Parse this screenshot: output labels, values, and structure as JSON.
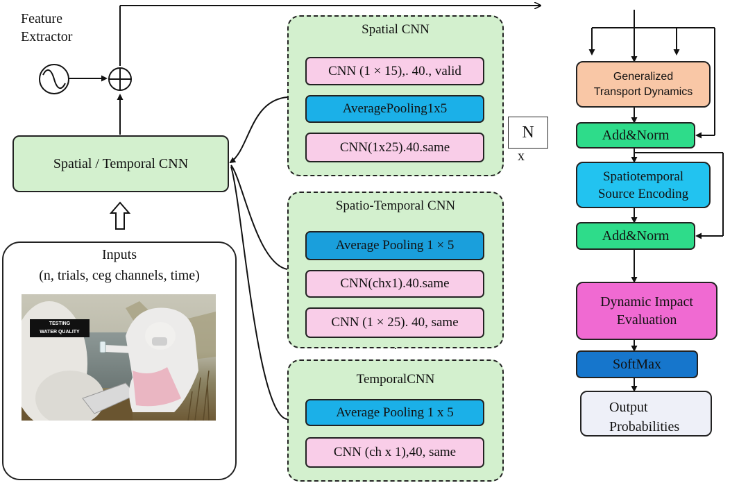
{
  "feature_extractor": {
    "label_line1": "Feature",
    "label_line2": "Extractor"
  },
  "spatial_temporal_cnn": {
    "label": "Spatial / Temporal CNN"
  },
  "inputs": {
    "title": "Inputs",
    "subtitle": "(n, trials, ceg channels, time)",
    "photo_sign_line1": "TESTING",
    "photo_sign_line2": "WATER QUALITY"
  },
  "spatial_cnn": {
    "title": "Spatial CNN",
    "layers": [
      "CNN (1 × 15),. 40., valid",
      "AveragePooling1x5",
      "CNN(1x25).40.same"
    ]
  },
  "spatio_temporal_cnn": {
    "title": "Spatio-Temporal CNN",
    "layers": [
      "Average Pooling 1 × 5",
      "CNN(chx1).40.same",
      "CNN (1 × 25). 40, same"
    ]
  },
  "temporal_cnn": {
    "title": "TemporalCNN",
    "layers": [
      "Average Pooling 1 x 5",
      "CNN (ch x 1),40, same"
    ]
  },
  "repeat": {
    "n_label": "N",
    "x_label": "x"
  },
  "encoder": {
    "generalized_line1": "Generalized",
    "generalized_line2": "Transport Dynamics",
    "add_norm_1": "Add&Norm",
    "spatiotemporal_line1": "Spatiotemporal",
    "spatiotemporal_line2": "Source Encoding",
    "add_norm_2": "Add&Norm"
  },
  "dynamic_impact": {
    "line1": "Dynamic Impact",
    "line2": "Evaluation"
  },
  "softmax": {
    "label": "SoftMax"
  },
  "output": {
    "line1": "Output",
    "line2": "Probabilities"
  },
  "colors": {
    "green_block": "#d3f0ce",
    "pink_layer": "#f9cde8",
    "blue_layer": "#1bb0e8",
    "encoder_bg": "#eef0f8",
    "orange_block": "#f9c7a6",
    "add_norm": "#2edc8a",
    "cyan_block": "#22c3f0",
    "magenta_block": "#f06ad2",
    "softmax_blue": "#1676cc",
    "output_bg": "#eef0f8"
  }
}
